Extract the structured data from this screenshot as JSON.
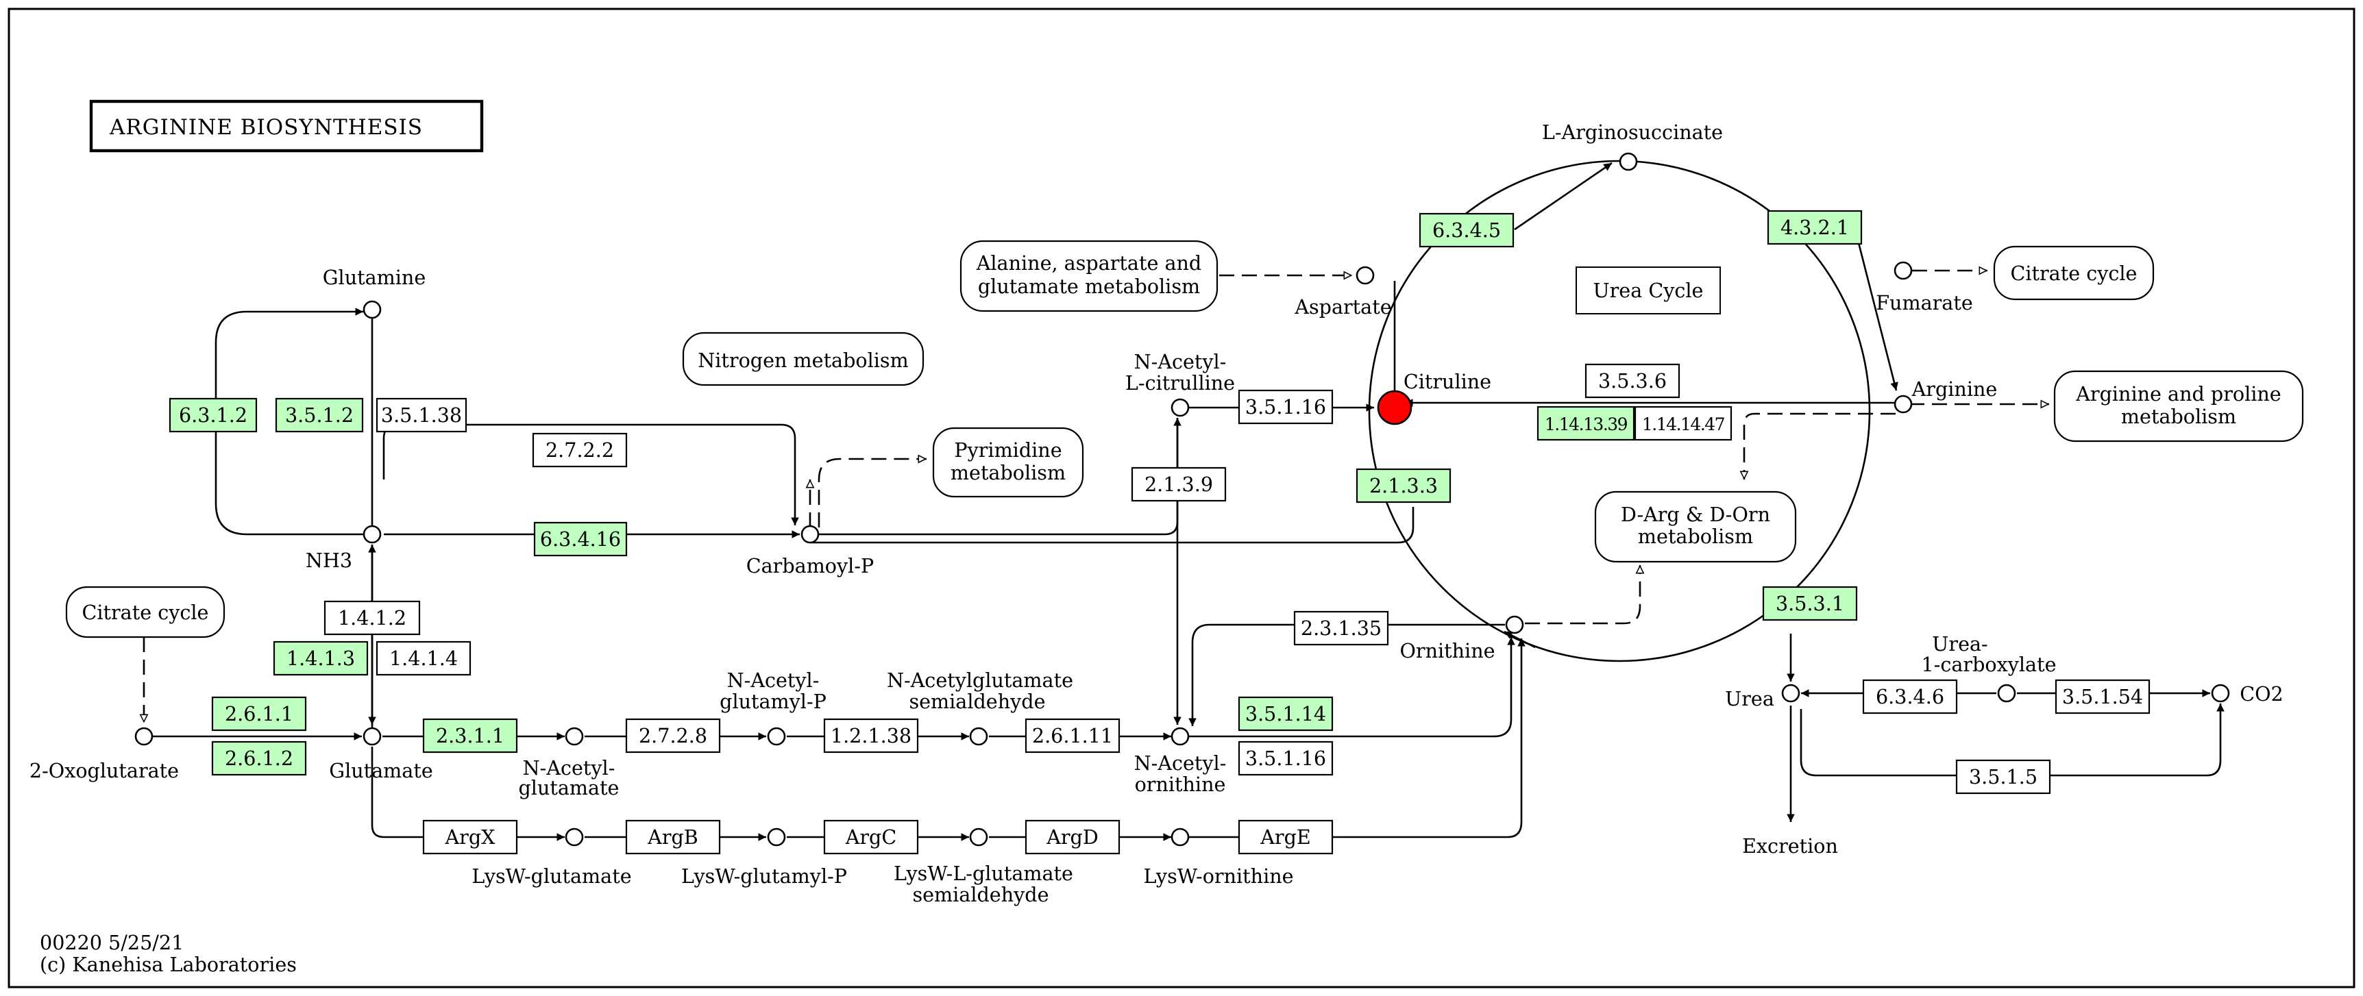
{
  "title": "ARGININE BIOSYNTHESIS",
  "footer": {
    "map_id": "00220 5/25/21",
    "copyright": "(c) Kanehisa Laboratories"
  },
  "label_urea_cycle": "Urea Cycle",
  "compounds": {
    "glutamine": "Glutamine",
    "nh3": "NH3",
    "carbamoyl_p": "Carbamoyl-P",
    "oxoglutarate": "2-Oxoglutarate",
    "glutamate": "Glutamate",
    "n_acetyl_glutamate": [
      "N-Acetyl-",
      "glutamate"
    ],
    "n_acetyl_glutamyl_p": [
      "N-Acetyl-",
      "glutamyl-P"
    ],
    "n_acetylglutamate_semialdehyde": [
      "N-Acetylglutamate",
      "semialdehyde"
    ],
    "n_acetyl_ornithine": [
      "N-Acetyl-",
      "ornithine"
    ],
    "n_acetyl_citrulline": [
      "N-Acetyl-",
      "L-citrulline"
    ],
    "citrulline": "Citruline",
    "aspartate": "Aspartate",
    "arginosuccinate": "L-Arginosuccinate",
    "fumarate": "Fumarate",
    "arginine": "Arginine",
    "ornithine": "Ornithine",
    "urea": "Urea",
    "urea_carboxylate": [
      "Urea-",
      "1-carboxylate"
    ],
    "co2": "CO2",
    "excretion": "Excretion",
    "lysw_glutamate": "LysW-glutamate",
    "lysw_glutamyl_p": "LysW-glutamyl-P",
    "lysw_semialdehyde": [
      "LysW-L-glutamate",
      "semialdehyde"
    ],
    "lysw_ornithine": "LysW-ornithine"
  },
  "maps": {
    "nitrogen": [
      "Nitrogen metabolism"
    ],
    "pyrimidine": [
      "Pyrimidine",
      "metabolism"
    ],
    "citrate_left": [
      "Citrate cycle"
    ],
    "alanine": [
      "Alanine, aspartate and",
      "glutamate metabolism"
    ],
    "citrate_right": [
      "Citrate cycle"
    ],
    "arginine_proline": [
      "Arginine and proline",
      "metabolism"
    ],
    "d_arg": [
      "D-Arg & D-Orn",
      "metabolism"
    ]
  },
  "enzymes": {
    "e_6312": "6.3.1.2",
    "e_3512": "3.5.1.2",
    "e_35138": "3.5.1.38",
    "e_2722": "2.7.2.2",
    "e_63416": "6.3.4.16",
    "e_1412": "1.4.1.2",
    "e_1413": "1.4.1.3",
    "e_1414": "1.4.1.4",
    "e_2611": "2.6.1.1",
    "e_2612": "2.6.1.2",
    "e_2311": "2.3.1.1",
    "e_2728": "2.7.2.8",
    "e_12138": "1.2.1.38",
    "e_26111": "2.6.1.11",
    "e_35114": "3.5.1.14",
    "e_35116a": "3.5.1.16",
    "e_2139": "2.1.3.9",
    "e_35116b": "3.5.1.16",
    "e_2133": "2.1.3.3",
    "e_23135": "2.3.1.35",
    "e_6345": "6.3.4.5",
    "e_4321": "4.3.2.1",
    "e_3536": "3.5.3.6",
    "e_11413": "1.14.13.39",
    "e_11414": "1.14.14.47",
    "e_3531": "3.5.3.1",
    "e_6346": "6.3.4.6",
    "e_35154": "3.5.1.54",
    "e_3515": "3.5.1.5",
    "argx": "ArgX",
    "argb": "ArgB",
    "argc": "ArgC",
    "argd": "ArgD",
    "arge": "ArgE"
  },
  "colors": {
    "found": "#bfffbf",
    "highlight_compound": "#ff0000",
    "not_found": "#ffffff"
  }
}
